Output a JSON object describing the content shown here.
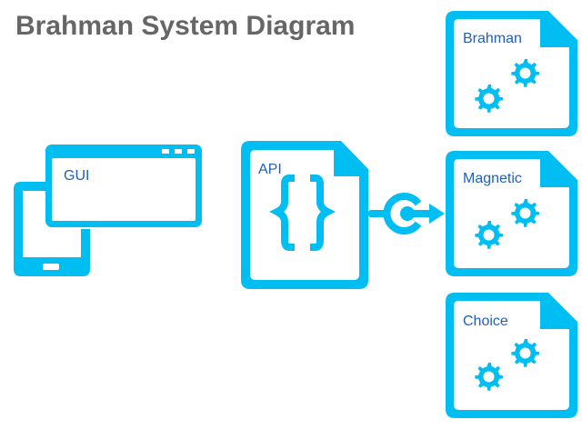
{
  "title": "Brahman System Diagram",
  "colors": {
    "accent": "#00bdf2",
    "label_text": "#1f5fbf",
    "title_text": "#666666"
  },
  "nodes": {
    "gui": {
      "label": "GUI",
      "icon": "window-and-tablet-icon"
    },
    "api": {
      "label": "API",
      "icon": "curly-braces-document-icon"
    },
    "modules": [
      {
        "label": "Brahman",
        "icon": "gears-document-icon"
      },
      {
        "label": "Magnetic",
        "icon": "gears-document-icon"
      },
      {
        "label": "Choice",
        "icon": "gears-document-icon"
      }
    ]
  },
  "edges": [
    {
      "from": "api",
      "to": "Magnetic",
      "icon": "connector-arrow-icon"
    }
  ]
}
